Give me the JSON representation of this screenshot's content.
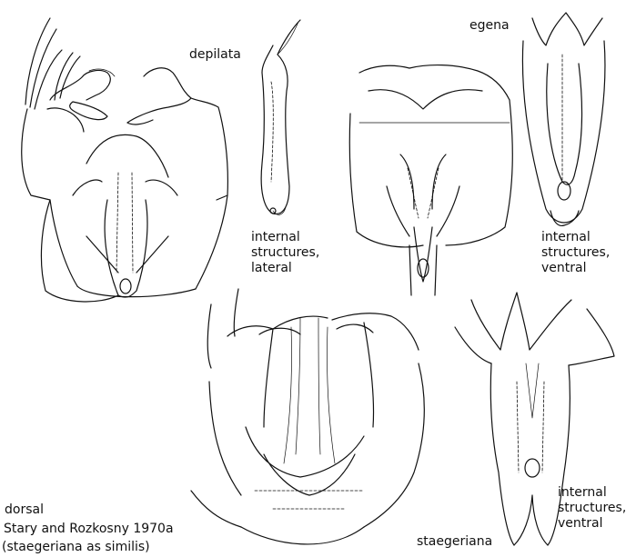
{
  "figure": {
    "panels": [
      {
        "id": "depilata-dorsal",
        "species_label": "depilata"
      },
      {
        "id": "depilata-internal",
        "caption": [
          "internal",
          "structures,",
          "lateral"
        ]
      },
      {
        "id": "egena-dorsal",
        "species_label": "egena"
      },
      {
        "id": "egena-internal",
        "caption": [
          "internal",
          "structures,",
          "ventral"
        ]
      },
      {
        "id": "staegeriana-dorsal",
        "species_label": "staegeriana"
      },
      {
        "id": "staegeriana-internal",
        "caption": [
          "internal",
          "structures,",
          "ventral"
        ]
      }
    ],
    "view_label": "dorsal",
    "citation": "Stary and Rozkosny 1970a",
    "note": "(staegeriana as similis)"
  }
}
